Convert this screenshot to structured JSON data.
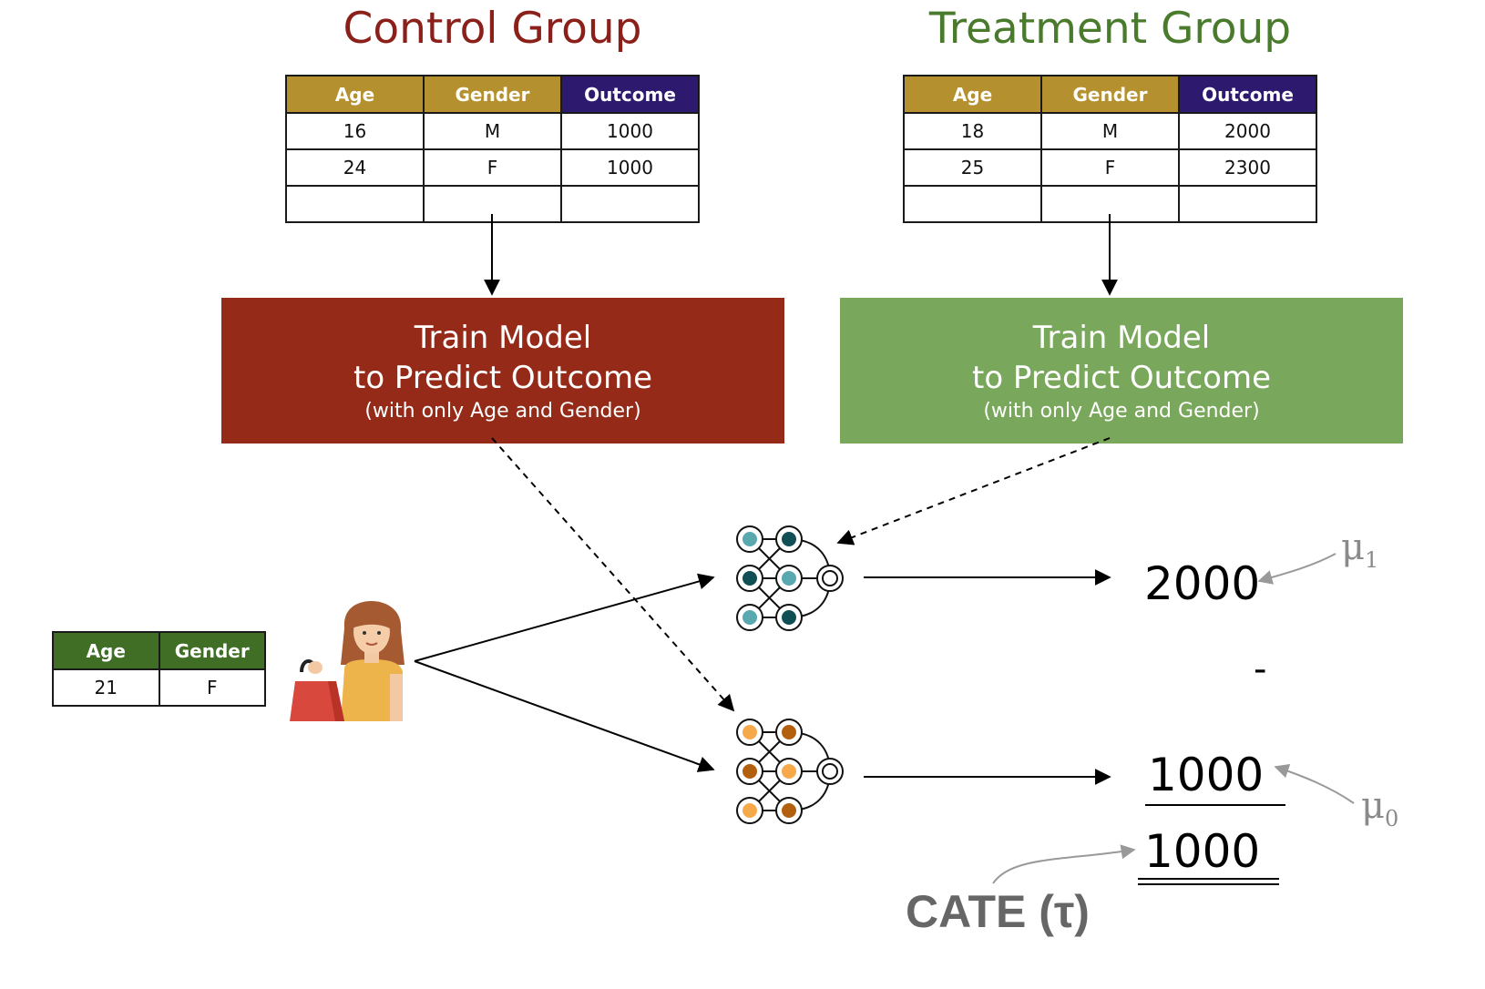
{
  "control": {
    "title": "Control Group",
    "headers": [
      "Age",
      "Gender",
      "Outcome"
    ],
    "rows": [
      [
        "16",
        "M",
        "1000"
      ],
      [
        "24",
        "F",
        "1000"
      ],
      [
        "",
        "",
        ""
      ]
    ],
    "model": {
      "line1": "Train Model",
      "line2": "to Predict Outcome",
      "line3": "(with only Age and Gender)"
    }
  },
  "treatment": {
    "title": "Treatment Group",
    "headers": [
      "Age",
      "Gender",
      "Outcome"
    ],
    "rows": [
      [
        "18",
        "M",
        "2000"
      ],
      [
        "25",
        "F",
        "2300"
      ],
      [
        "",
        "",
        ""
      ]
    ],
    "model": {
      "line1": "Train Model",
      "line2": "to Predict Outcome",
      "line3": "(with only Age and Gender)"
    }
  },
  "input": {
    "headers": [
      "Age",
      "Gender"
    ],
    "row": [
      "21",
      "F"
    ]
  },
  "results": {
    "mu1_value": "2000",
    "minus": "-",
    "mu0_value": "1000",
    "cate_value": "1000",
    "mu1_symbol": "μ",
    "mu1_sub": "1",
    "mu0_symbol": "μ",
    "mu0_sub": "0",
    "cate_label": "CATE (τ)"
  },
  "colors": {
    "control_dark": "#952a18",
    "treatment_green": "#79a75b",
    "header_gold": "#b5902f",
    "header_purple": "#2d1a6e",
    "header_green": "#3f6e24",
    "nn_teal_light": "#5aa8b0",
    "nn_teal_dark": "#0f4f55",
    "nn_orange_light": "#f6a94a",
    "nn_orange_dark": "#b2600e"
  },
  "icons": [
    "neural-network-icon",
    "shopper-woman-icon",
    "shopping-bag-icon"
  ]
}
